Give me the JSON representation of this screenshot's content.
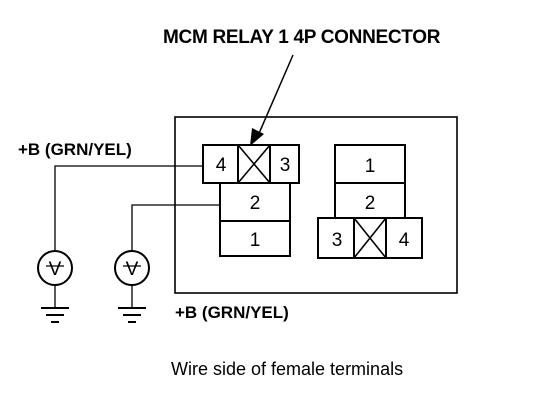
{
  "diagram": {
    "title": "MCM RELAY 1 4P CONNECTOR",
    "supply_label_left": "+B (GRN/YEL)",
    "supply_label_bottom": "+B (GRN/YEL)",
    "caption": "Wire side of female terminals",
    "connector_left": {
      "top_row": [
        "4",
        "3"
      ],
      "lower_cells": [
        "2",
        "1"
      ]
    },
    "connector_right": {
      "upper_cells": [
        "1",
        "2"
      ],
      "bottom_row": [
        "3",
        "4"
      ]
    },
    "meter_symbol": "V",
    "meter_count": 2
  }
}
